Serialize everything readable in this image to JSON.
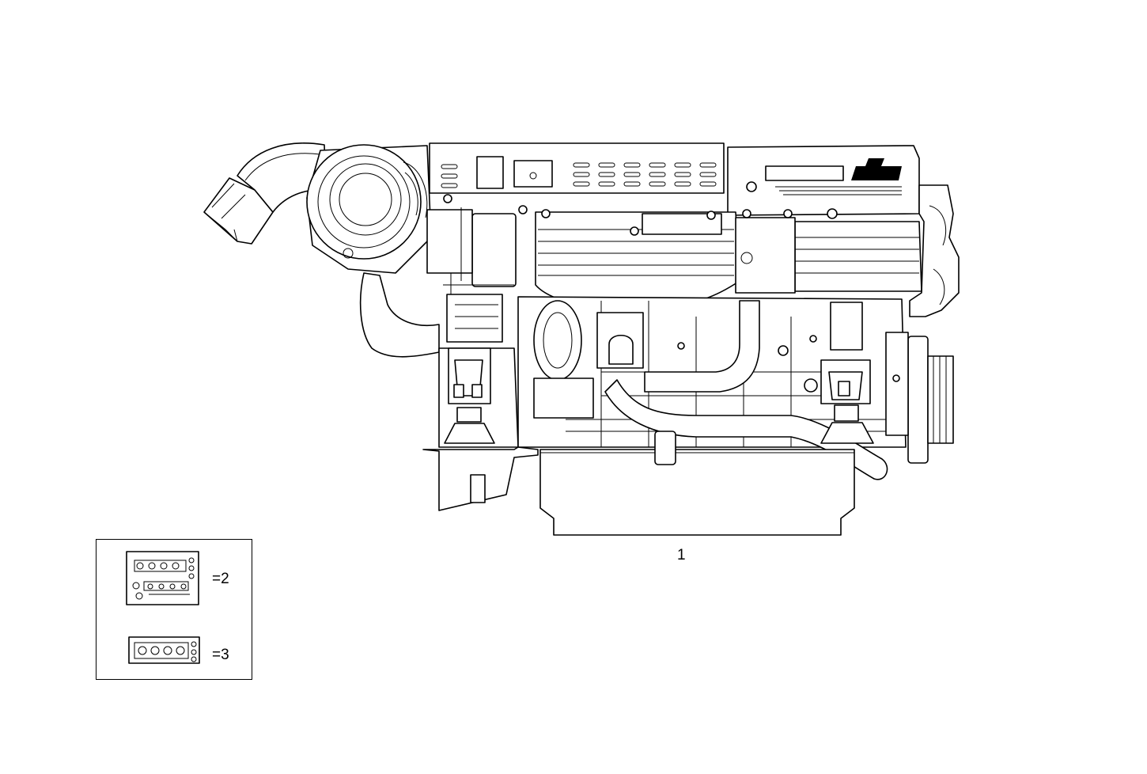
{
  "drawing": {
    "part_callout": "1",
    "legend": [
      {
        "icon": "gasket-set-icon",
        "label": "=2"
      },
      {
        "icon": "gasket-strip-icon",
        "label": "=3"
      }
    ]
  }
}
